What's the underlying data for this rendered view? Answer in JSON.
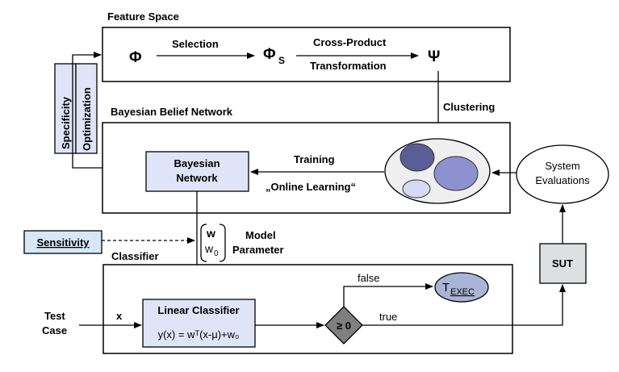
{
  "feature_space": {
    "title": "Feature Space",
    "phi": "Φ",
    "phi_s": "Φ",
    "phi_s_sub": "S",
    "psi": "Ψ",
    "selection": "Selection",
    "cross_product_line1": "Cross-Product",
    "cross_product_line2": "Transformation"
  },
  "side_labels": {
    "specificity": "Specificity",
    "optimization": "Optimization"
  },
  "clustering": "Clustering",
  "bbn": {
    "title": "Bayesian Belief Network",
    "network_line1": "Bayesian",
    "network_line2": "Network",
    "training": "Training",
    "online_learning": "„Online Learning“"
  },
  "system_evaluations": {
    "line1": "System",
    "line2": "Evaluations"
  },
  "sensitivity": "Sensitivity",
  "model_parameter": {
    "w": "w",
    "w0": "w",
    "w0_sub": "0",
    "line1": "Model",
    "line2": "Parameter"
  },
  "classifier": {
    "title": "Classifier",
    "box_title": "Linear Classifier",
    "formula": "y(x) = wᵀ(x-μ)+w₀",
    "decision": "≥ 0",
    "false_label": "false",
    "true_label": "true",
    "texec": "T",
    "texec_sub": "EXEC",
    "x_label": "x",
    "test_case_line1": "Test",
    "test_case_line2": "Case"
  },
  "sut": "SUT",
  "colors": {
    "light_blue_box": "#dfe4f8",
    "sensitivity_box": "#d7e7f5",
    "cluster_bg": "#efefef",
    "cluster_dark": "#5b5d97",
    "cluster_mid": "#8e91cf",
    "cluster_light": "#d8d9f7",
    "sut_fill": "#dde0e0",
    "texec_fill": "#a9b5d6",
    "diamond_fill": "#7f7f7f"
  }
}
